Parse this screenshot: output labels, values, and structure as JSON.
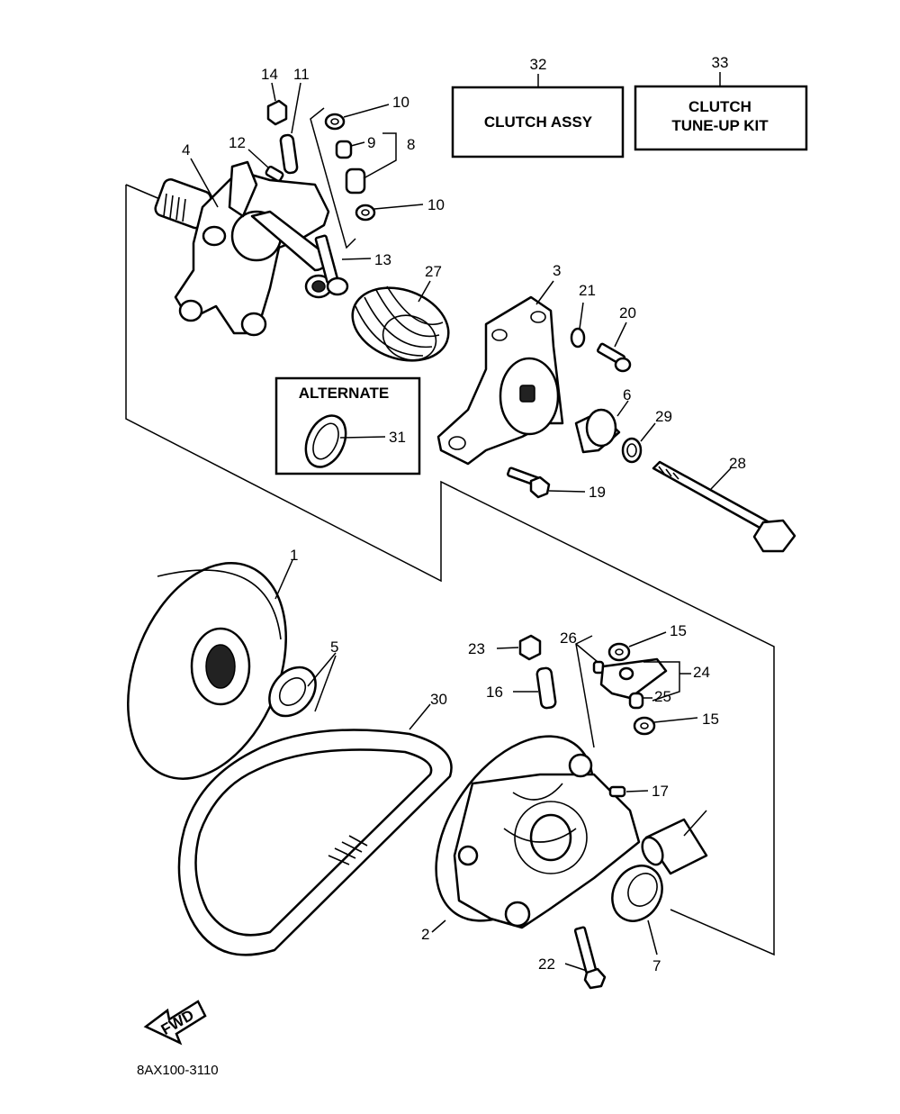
{
  "boxes": {
    "clutch_assy": {
      "number": "32",
      "text": "CLUTCH ASSY"
    },
    "tune_up_kit": {
      "number": "33",
      "line1": "CLUTCH",
      "line2": "TUNE-UP KIT"
    },
    "alternate": {
      "title": "ALTERNATE",
      "number": "31"
    }
  },
  "callouts": {
    "p1": "1",
    "p2": "2",
    "p3": "3",
    "p4": "4",
    "p5": "5",
    "p6": "6",
    "p7": "7",
    "p8": "8",
    "p9": "9",
    "p10a": "10",
    "p10b": "10",
    "p11": "11",
    "p12": "12",
    "p13": "13",
    "p14": "14",
    "p15a": "15",
    "p15b": "15",
    "p16": "16",
    "p17": "17",
    "p19": "19",
    "p20": "20",
    "p21": "21",
    "p22": "22",
    "p23": "23",
    "p24": "24",
    "p25": "25",
    "p26": "26",
    "p27": "27",
    "p28": "28",
    "p29": "29",
    "p30": "30"
  },
  "fwd_label": "FWD",
  "diagram_code": "8AX100-3110"
}
